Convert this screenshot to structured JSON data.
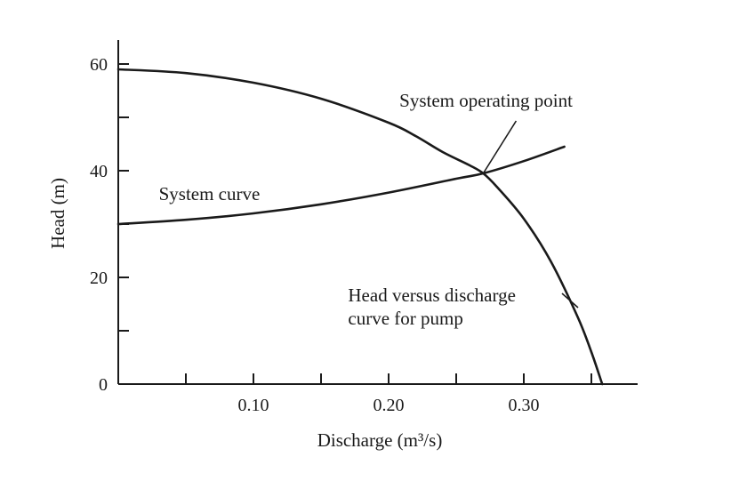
{
  "chart_data": {
    "type": "line",
    "xlabel": "Discharge (m³/s)",
    "ylabel": "Head (m)",
    "xlim": [
      0,
      0.38
    ],
    "ylim": [
      0,
      65
    ],
    "x_ticks": [
      0.05,
      0.1,
      0.15,
      0.2,
      0.25,
      0.3,
      0.35
    ],
    "x_tick_labels": [
      {
        "value": 0.1,
        "label": "0.10"
      },
      {
        "value": 0.2,
        "label": "0.20"
      },
      {
        "value": 0.3,
        "label": "0.30"
      }
    ],
    "y_ticks": [
      0,
      10,
      20,
      30,
      40,
      50,
      60
    ],
    "y_tick_labels": [
      {
        "value": 0,
        "label": "0"
      },
      {
        "value": 20,
        "label": "20"
      },
      {
        "value": 40,
        "label": "40"
      },
      {
        "value": 60,
        "label": "60"
      }
    ],
    "series": [
      {
        "key": "pump",
        "x": [
          0,
          0.05,
          0.1,
          0.15,
          0.2,
          0.22,
          0.24,
          0.26,
          0.27,
          0.28,
          0.3,
          0.32,
          0.34,
          0.35,
          0.358
        ],
        "y": [
          59,
          58.3,
          56.5,
          53.5,
          49,
          46.5,
          43.5,
          41,
          39.5,
          37,
          31,
          23,
          12.5,
          6,
          0
        ]
      },
      {
        "key": "system",
        "x": [
          0,
          0.05,
          0.1,
          0.15,
          0.2,
          0.25,
          0.27,
          0.3,
          0.33
        ],
        "y": [
          30,
          30.8,
          32,
          33.7,
          35.9,
          38.5,
          39.5,
          41.8,
          44.5
        ]
      }
    ],
    "operating_point": {
      "x": 0.27,
      "y": 39.5
    },
    "annotations": {
      "system_curve": {
        "lines": [
          "System curve"
        ],
        "x": 0.03,
        "y": 34.5
      },
      "pump_curve": {
        "lines": [
          "Head versus discharge",
          "curve for pump"
        ],
        "x": 0.17,
        "y": 15.5
      },
      "operating_point": {
        "lines": [
          "System operating point"
        ],
        "x": 0.208,
        "y": 52
      }
    }
  }
}
